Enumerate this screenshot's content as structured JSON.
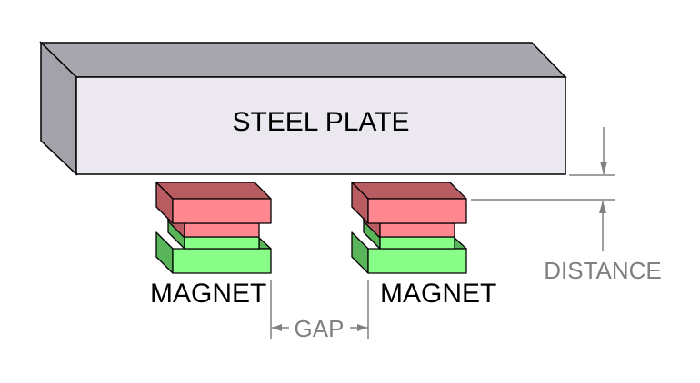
{
  "labels": {
    "plate": "STEEL PLATE",
    "magnet_left": "MAGNET",
    "magnet_right": "MAGNET",
    "gap": "GAP",
    "distance": "DISTANCE"
  },
  "colors": {
    "plate_front": "#ebe9ef",
    "plate_top": "#a9a7ae",
    "plate_side": "#a3a2aa",
    "pink_front": "#ff8890",
    "pink_dark": "#b85c62",
    "green_front": "#88fe88",
    "green_dark": "#5ab55a",
    "dimension": "#808080"
  }
}
